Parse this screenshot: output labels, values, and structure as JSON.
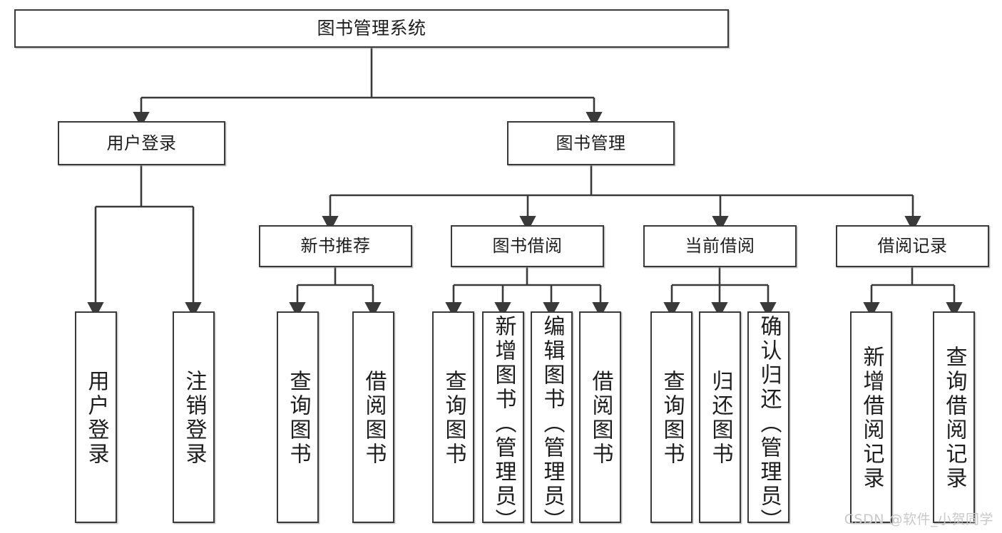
{
  "diagram": {
    "type": "tree-hierarchy",
    "title": "图书管理系统",
    "root": {
      "label": "图书管理系统"
    },
    "level2": [
      {
        "label": "用户登录"
      },
      {
        "label": "图书管理"
      }
    ],
    "level3": [
      {
        "label": "新书推荐"
      },
      {
        "label": "图书借阅"
      },
      {
        "label": "当前借阅"
      },
      {
        "label": "借阅记录"
      }
    ],
    "leaves": {
      "user_login": [
        {
          "label": "用户登录"
        },
        {
          "label": "注销登录"
        }
      ],
      "new_book_recommend": [
        {
          "label": "查询图书"
        },
        {
          "label": "借阅图书"
        }
      ],
      "book_borrow": [
        {
          "label": "查询图书"
        },
        {
          "label": "新增图书（管理员）"
        },
        {
          "label": "编辑图书（管理员）"
        },
        {
          "label": "借阅图书"
        }
      ],
      "current_borrow": [
        {
          "label": "查询图书"
        },
        {
          "label": "归还图书"
        },
        {
          "label": "确认归还（管理员）"
        }
      ],
      "borrow_record": [
        {
          "label": "新增借阅记录"
        },
        {
          "label": "查询借阅记录"
        }
      ]
    }
  },
  "watermark": {
    "text": "CSDN @软件_小贺同学"
  },
  "colors": {
    "border": "#3a3a3a",
    "background": "#ffffff",
    "text": "#1d1d1d",
    "connector": "#3a3a3a",
    "watermark": "#c9c9c9"
  }
}
